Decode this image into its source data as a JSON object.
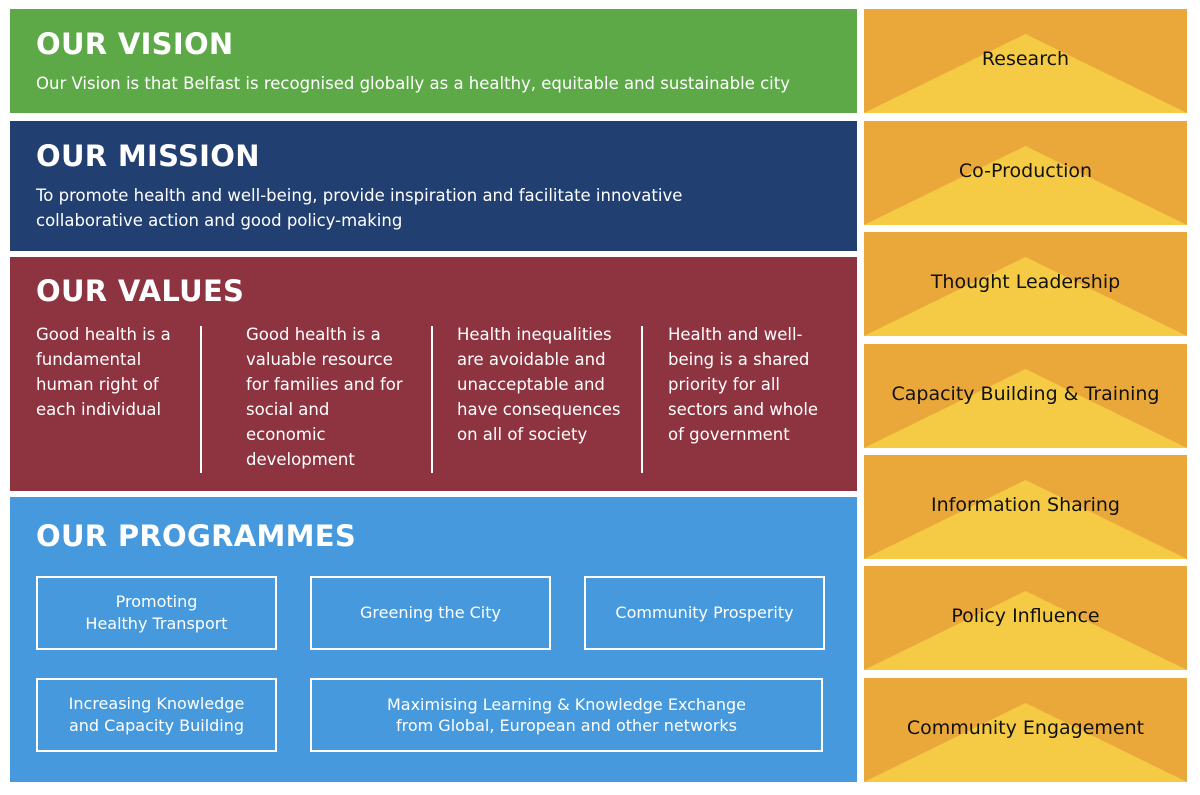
{
  "vision": {
    "title": "OUR VISION",
    "text": "Our Vision is that Belfast is recognised globally as a healthy, equitable and sustainable city"
  },
  "mission": {
    "title": "OUR MISSION",
    "text": "To promote health and well-being, provide inspiration and facilitate innovative collaborative action and good policy-making"
  },
  "values": {
    "title": "OUR VALUES",
    "items": [
      "Good health is a fundamental human right of each individual",
      "Good health is a valuable resource for families and for social and economic development",
      "Health inequalities are avoidable and unacceptable and have consequences on all of society",
      "Health and well-being is a shared priority for all sectors and whole of government"
    ]
  },
  "programmes": {
    "title": "OUR PROGRAMMES",
    "items": [
      "Promoting\nHealthy Transport",
      "Greening the City",
      "Community Prosperity",
      "Increasing Knowledge\nand Capacity Building",
      "Maximising Learning & Knowledge Exchange\nfrom Global, European and other networks"
    ]
  },
  "approaches": [
    "Research",
    "Co-Production",
    "Thought Leadership",
    "Capacity Building & Training",
    "Information Sharing",
    "Policy Influence",
    "Community Engagement"
  ],
  "colors": {
    "vision": "#5da947",
    "mission": "#213f70",
    "values": "#8e3340",
    "programmes": "#4699dc",
    "tile": "#eaa83a",
    "triangle": "#f5cb45"
  }
}
